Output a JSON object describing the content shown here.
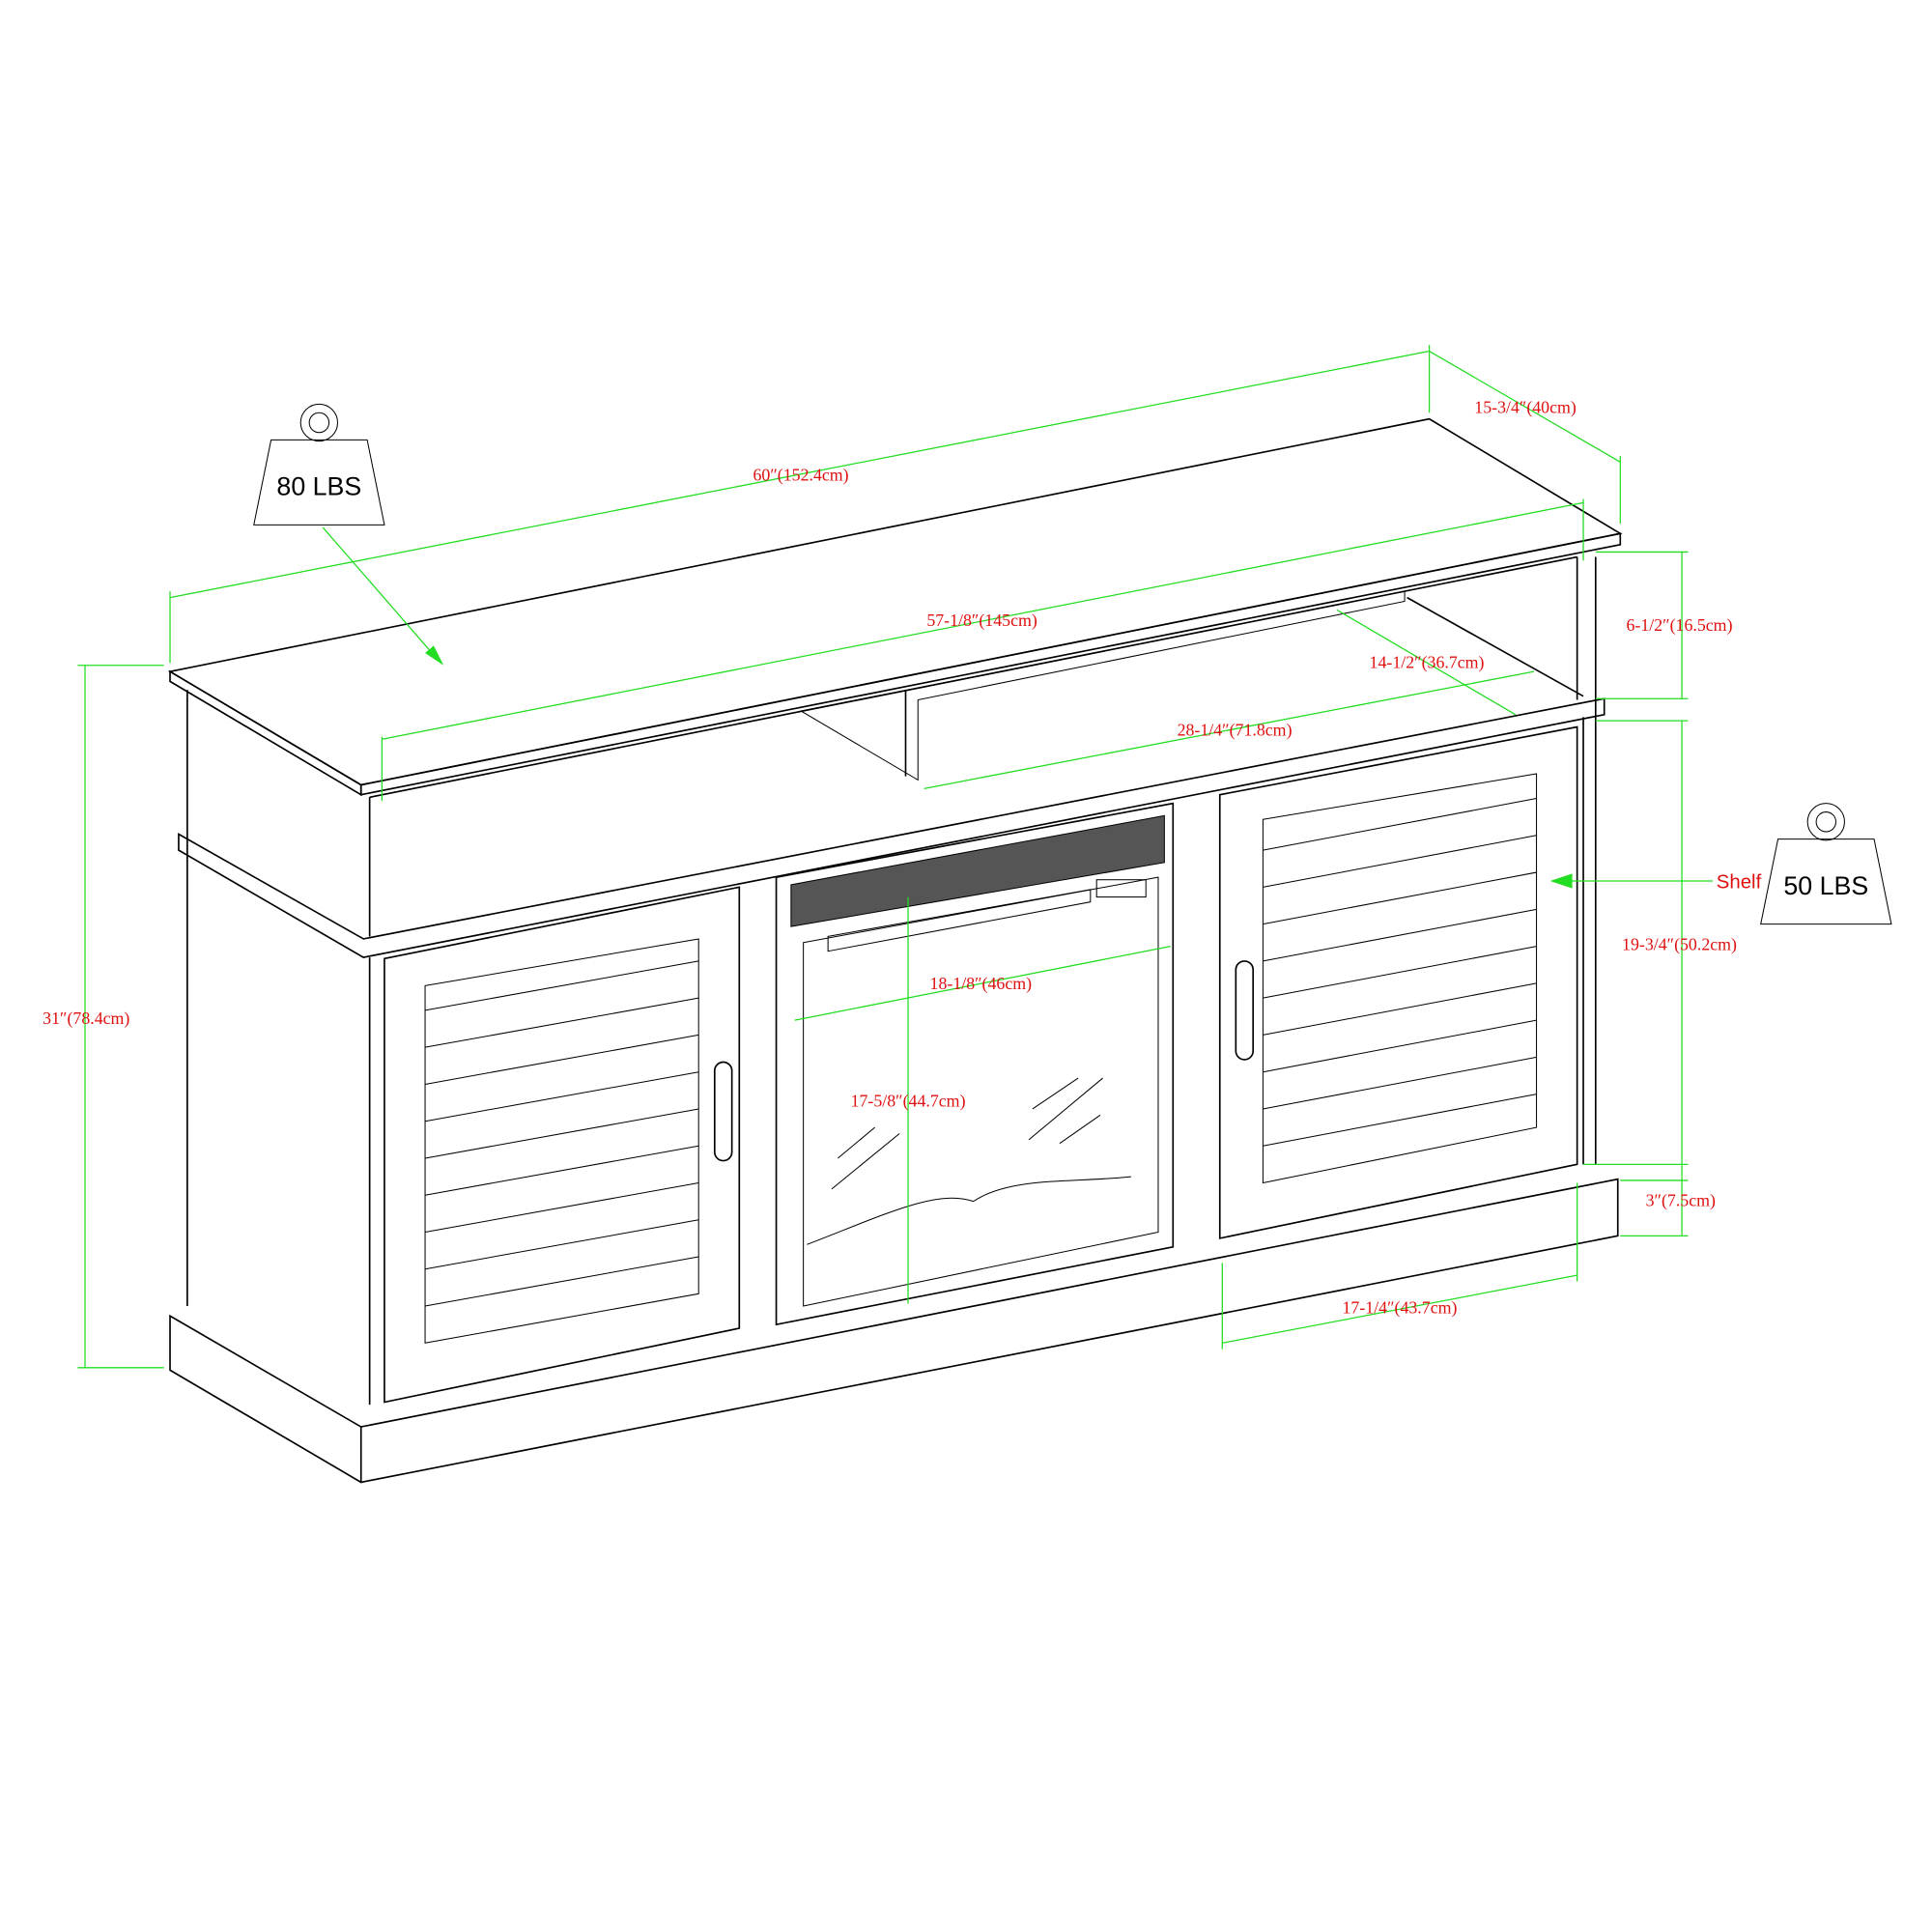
{
  "weights": {
    "top": "80 LBS",
    "shelf": "50 LBS",
    "shelf_label": "Shelf"
  },
  "dimensions": {
    "overall_width": "60″(152.4cm)",
    "overall_depth": "15-3/4″(40cm)",
    "inner_width": "57-1/8″(145cm)",
    "open_shelf_height": "6-1/2″(16.5cm)",
    "open_shelf_depth": "14-1/2″(36.7cm)",
    "open_shelf_width": "28-1/4″(71.8cm)",
    "overall_height": "31″(78.4cm)",
    "fireplace_width": "18-1/8″(46cm)",
    "fireplace_height": "17-5/8″(44.7cm)",
    "cabinet_height": "19-3/4″(50.2cm)",
    "base_height": "3″(7.5cm)",
    "door_width": "17-1/4″(43.7cm)"
  },
  "colors": {
    "dimension_line": "#22dd22",
    "label": "#e01010"
  }
}
